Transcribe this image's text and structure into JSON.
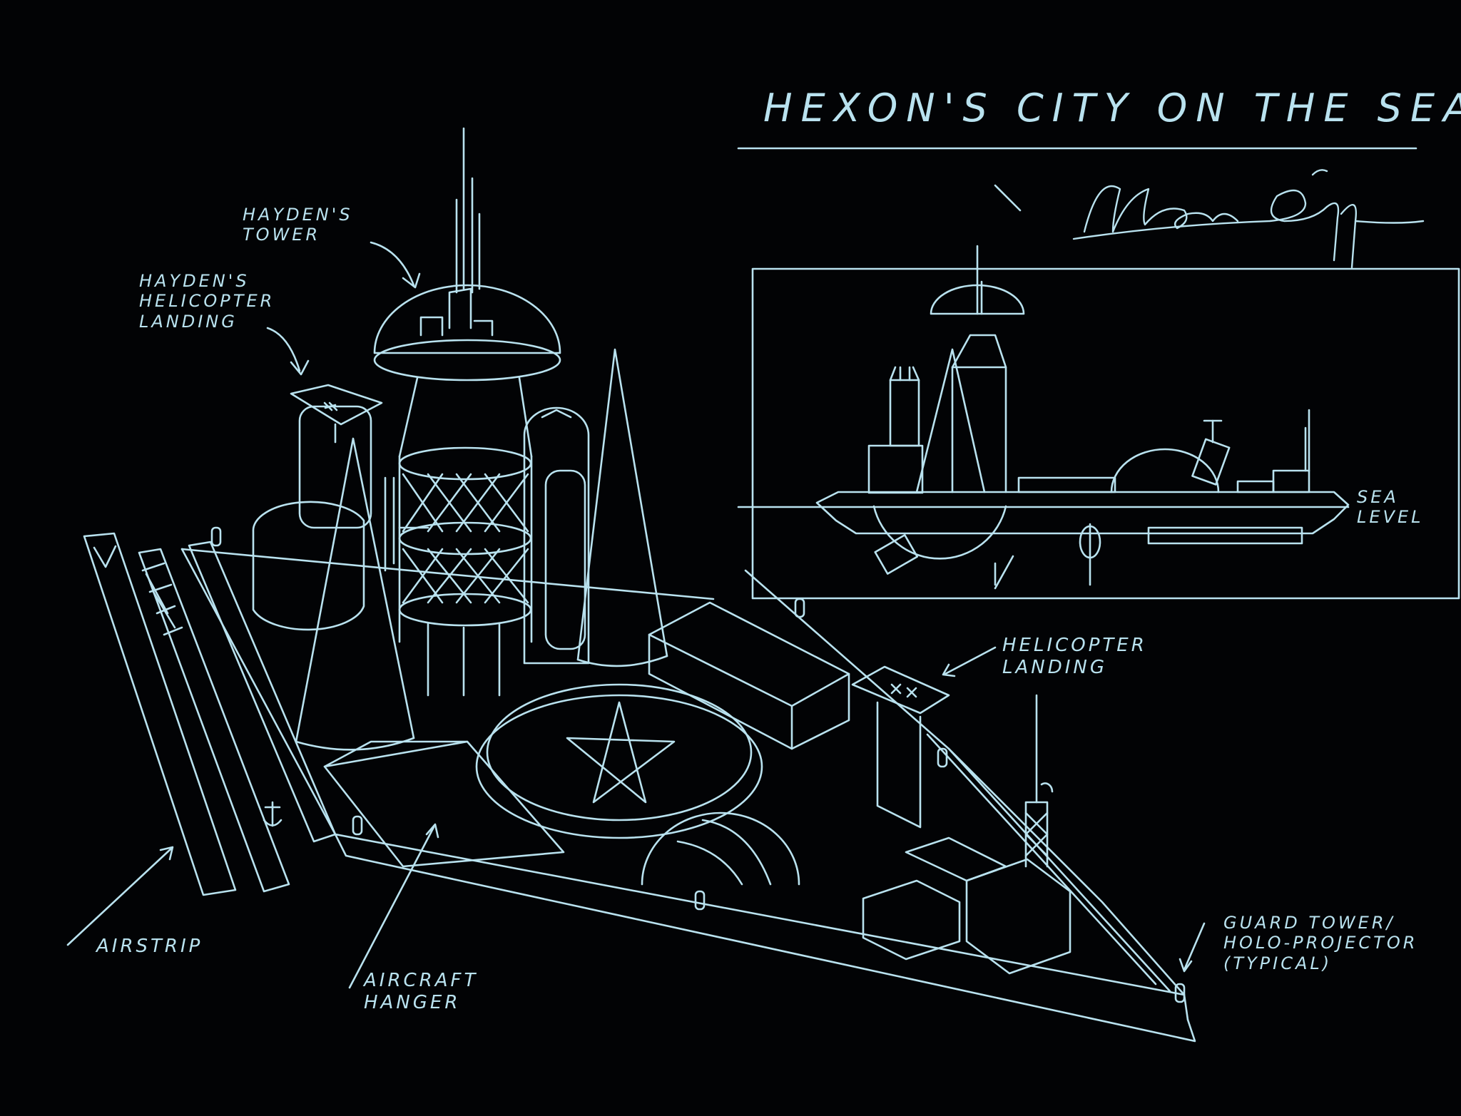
{
  "colors": {
    "background": "#020305",
    "chalk": "#b9e2ef",
    "chalk_dim": "#8fc3d4"
  },
  "title": "HEXON'S CITY ON THE SEA",
  "labels": {
    "haydens_tower": "HAYDEN'S\nTOWER",
    "haydens_helicopter_landing": "HAYDEN'S\nHELICOPTER\nLANDING",
    "helicopter_landing": "HELICOPTER\nLANDING",
    "sea_level": "SEA\nLEVEL",
    "airstrip": "AIRSTRIP",
    "aircraft_hanger": "AIRCRAFT\nHANGER",
    "guard_tower": "GUARD TOWER/\nHOLO-PROJECTOR\n(TYPICAL)"
  },
  "icons": {
    "signature": "signature-icon",
    "pentagram": "pentagram-icon",
    "anchor": "anchor-icon"
  }
}
